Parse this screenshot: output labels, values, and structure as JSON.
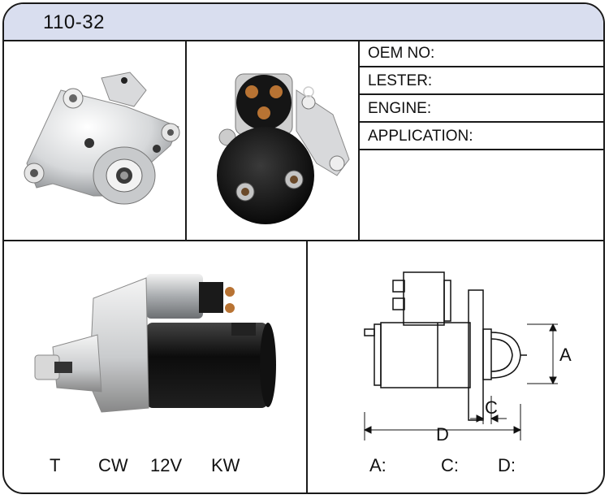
{
  "model": "110-32",
  "specs": {
    "oem_label": "OEM NO:",
    "lester_label": "LESTER:",
    "engine_label": "ENGINE:",
    "application_label": "APPLICATION:"
  },
  "params": {
    "t_label": "T",
    "rotation": "CW",
    "voltage": "12V",
    "power_label": "KW"
  },
  "dimensions": {
    "a_label": "A:",
    "c_label": "C:",
    "d_label": "D:",
    "a_mark": "A",
    "c_mark": "C",
    "d_mark": "D"
  }
}
